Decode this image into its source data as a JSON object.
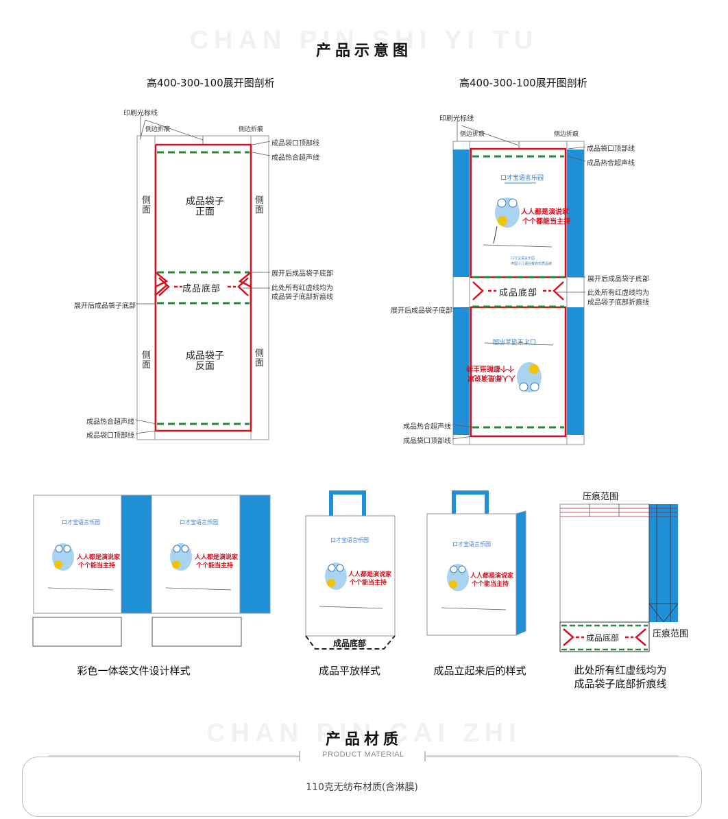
{
  "header1": {
    "watermark": "CHAN PIN SHI YI TU",
    "title": "产品示意图"
  },
  "left_diagram": {
    "subtitle": "高400-300-100展开图剖析",
    "print_line": "印刷光标线",
    "side_fold_a": "侧边折痕",
    "side_fold_b": "侧边折痕",
    "mouth_top": "成品袋口顶部线",
    "heat_seal_top": "成品热合超声线",
    "side": "侧面",
    "front": "成品袋子\n正面",
    "back": "成品袋子\n反面",
    "bottom_label": "成品底部",
    "unfold_bottom_right": "展开后成品袋子底部",
    "red_note": "此处所有红虚线均为\n成品袋子底部折痕线",
    "unfold_bottom_left": "展开后成品袋子底部",
    "heat_seal_bottom": "成品热合超声线",
    "mouth_bottom": "成品袋口顶部线"
  },
  "right_diagram": {
    "subtitle": "高400-300-100展开图剖析",
    "print_line": "印刷光标线",
    "side_fold_a": "侧边折痕",
    "side_fold_b": "侧边折痕",
    "mouth_top": "成品袋口顶部线",
    "heat_seal_top": "成品热合超声线",
    "bottom_label": "成品底部",
    "unfold_bottom_right": "展开后成品袋子底部",
    "red_note": "此处所有红虚线均为\n成品袋子底部折痕线",
    "unfold_bottom_left": "展开后成品袋子底部",
    "heat_seal_bottom": "成品热合超声线",
    "mouth_bottom": "成品袋口顶部线"
  },
  "mockups": {
    "caption1": "彩色一体袋文件设计样式",
    "caption2": "成品平放样式",
    "caption3": "成品立起来后的样式",
    "caption4": "此处所有红虚线均为\n成品袋子底部折痕线",
    "flat_bottom": "成品底部",
    "press_range_top": "压痕范围",
    "press_range_side": "压痕范围",
    "fold_bottom": "成品底部"
  },
  "header2": {
    "watermark": "CHAN PIN CAI ZHI",
    "title": "产品材质",
    "subtitle": "PRODUCT MATERIAL"
  },
  "material": {
    "text": "110克无纺布材质(含淋膜)"
  },
  "colors": {
    "blue": "#1f8fd6",
    "red": "#d6101c",
    "green": "#1f8a3a",
    "light_blue": "#a9d3ee",
    "outline": "#8a93a6"
  }
}
